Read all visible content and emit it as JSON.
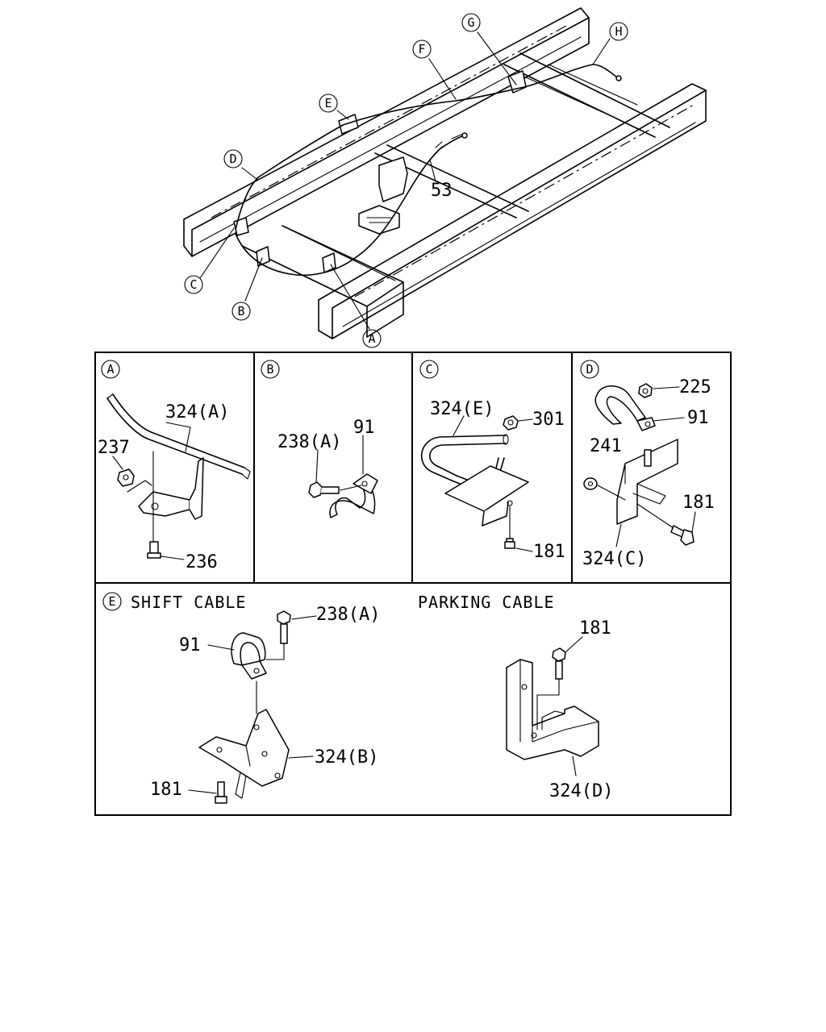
{
  "overview": {
    "callouts": [
      "A",
      "B",
      "C",
      "D",
      "E",
      "F",
      "G",
      "H"
    ],
    "part_53": "53"
  },
  "panels": {
    "A": {
      "letter": "A",
      "parts": {
        "p324": "324(A)",
        "p237": "237",
        "p236": "236"
      }
    },
    "B": {
      "letter": "B",
      "parts": {
        "p238": "238(A)",
        "p91": "91"
      }
    },
    "C": {
      "letter": "C",
      "parts": {
        "p324": "324(E)",
        "p301": "301",
        "p181": "181"
      }
    },
    "D": {
      "letter": "D",
      "parts": {
        "p225": "225",
        "p91": "91",
        "p241": "241",
        "p181": "181",
        "p324": "324(C)"
      }
    },
    "E": {
      "letter": "E",
      "shift_title": "SHIFT CABLE",
      "parking_title": "PARKING CABLE",
      "shift_parts": {
        "p238": "238(A)",
        "p91": "91",
        "p324": "324(B)",
        "p181": "181"
      },
      "parking_parts": {
        "p181": "181",
        "p324": "324(D)"
      }
    }
  }
}
